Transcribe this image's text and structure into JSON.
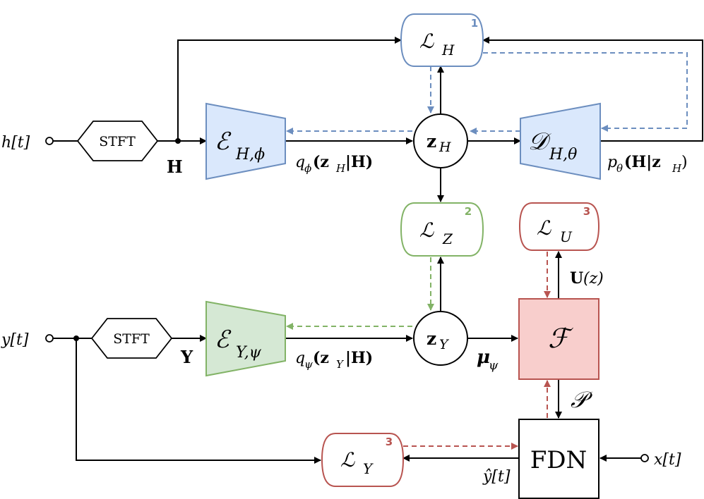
{
  "signals": {
    "h_in": "h[t]",
    "y_in": "y[t]",
    "x_in": "x[t]",
    "y_hat": "ŷ[t]"
  },
  "blocks": {
    "stft_top": "STFT",
    "stft_bottom": "STFT",
    "fdn": "FDN",
    "encoder_h": "ℰ",
    "encoder_h_sub": "H,ϕ",
    "decoder_h": "𝒟",
    "decoder_h_sub": "H,θ",
    "encoder_y": "ℰ",
    "encoder_y_sub": "Y,ψ",
    "mapping": "ℱ"
  },
  "latents": {
    "z_h": "z",
    "z_h_sub": "H",
    "z_y": "z",
    "z_y_sub": "Y"
  },
  "losses": {
    "l_h": "ℒ",
    "l_h_sub": "H",
    "l_h_badge": "1",
    "l_z": "ℒ",
    "l_z_sub": "Z",
    "l_z_badge": "2",
    "l_u": "ℒ",
    "l_u_sub": "U",
    "l_u_badge": "3",
    "l_y": "ℒ",
    "l_y_sub": "Y",
    "l_y_badge": "3"
  },
  "edge_labels": {
    "H": "H",
    "Y": "Y",
    "q_phi": "q",
    "q_phi_sub": "ϕ",
    "q_phi_args": "(z",
    "q_phi_args_sub": "H",
    "q_phi_args_end": "|H)",
    "p_theta": "p",
    "p_theta_sub": "θ",
    "p_theta_args": "(H|z",
    "p_theta_args_sub": "H",
    "p_theta_args_end": ")",
    "q_psi": "q",
    "q_psi_sub": "ψ",
    "q_psi_args": "(z",
    "q_psi_args_sub": "Y",
    "q_psi_args_end": "|H)",
    "mu": "μ",
    "mu_sub": "ψ",
    "U": "U",
    "U_args": "(z)",
    "P": "𝒫"
  },
  "colors": {
    "blue_fill": "#dae8fc",
    "blue_stroke": "#6c8ebf",
    "green_fill": "#d5e8d4",
    "green_stroke": "#82b366",
    "red_fill": "#f8cecc",
    "red_stroke": "#b85450",
    "black": "#000000"
  }
}
